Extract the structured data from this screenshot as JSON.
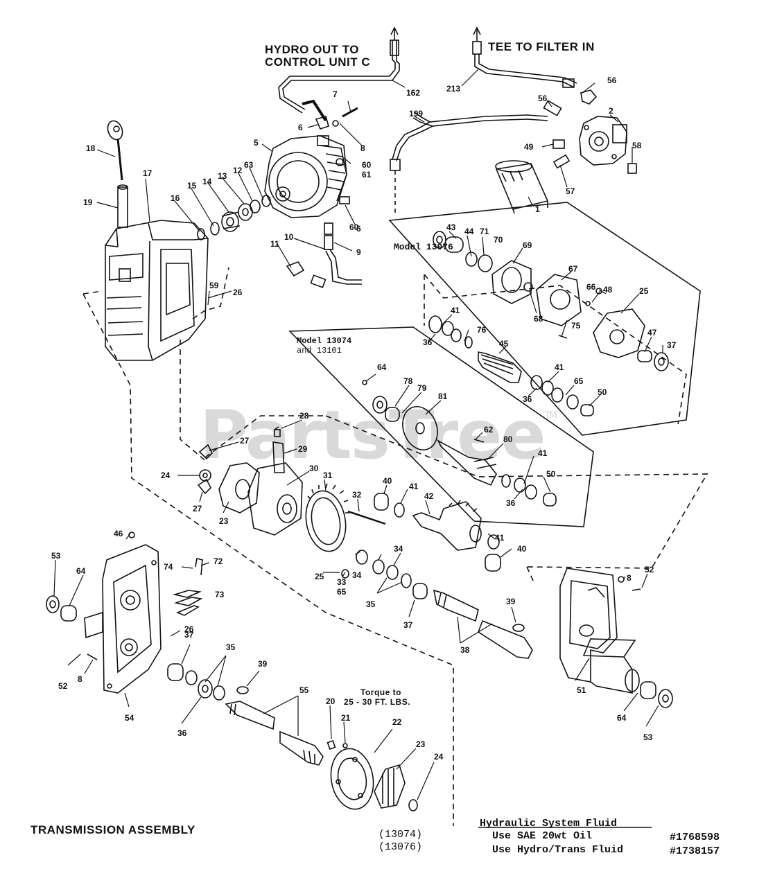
{
  "headings": {
    "hydro_line1": "HYDRO OUT TO",
    "hydro_line2": "CONTROL UNIT C",
    "tee": "TEE TO FILTER IN",
    "title": "TRANSMISSION ASSEMBLY"
  },
  "model_labels": {
    "model_13076": "Model 13076",
    "model_13074_line1": "Model 13074",
    "model_13074_line2": "and 13101"
  },
  "torque_note": {
    "line1": "Torque to",
    "line2": "25 - 30 FT. LBS."
  },
  "fluid_note": {
    "title": "Hydraulic System Fluid",
    "line1": "Use SAE 20wt Oil",
    "line2": "Use Hydro/Trans Fluid",
    "part1": "#1768598",
    "part2": "#1738157"
  },
  "model_codes": {
    "code1": "(13074)",
    "code2": "(13076)"
  },
  "watermark": {
    "text": "PartsTree",
    "tm": "TM"
  },
  "callouts": [
    {
      "id": "c162",
      "label": "162"
    },
    {
      "id": "c213",
      "label": "213"
    },
    {
      "id": "c56a",
      "label": "56"
    },
    {
      "id": "c56b",
      "label": "56"
    },
    {
      "id": "c2",
      "label": "2"
    },
    {
      "id": "c7",
      "label": "7"
    },
    {
      "id": "c6a",
      "label": "6"
    },
    {
      "id": "c8a",
      "label": "8"
    },
    {
      "id": "c199",
      "label": "199"
    },
    {
      "id": "c49a",
      "label": "49"
    },
    {
      "id": "c58",
      "label": "58"
    },
    {
      "id": "c57",
      "label": "57"
    },
    {
      "id": "c1",
      "label": "1"
    },
    {
      "id": "c18",
      "label": "18"
    },
    {
      "id": "c17",
      "label": "17"
    },
    {
      "id": "c5",
      "label": "5"
    },
    {
      "id": "c60a",
      "label": "60"
    },
    {
      "id": "c61",
      "label": "61"
    },
    {
      "id": "c19",
      "label": "19"
    },
    {
      "id": "c16",
      "label": "16"
    },
    {
      "id": "c15",
      "label": "15"
    },
    {
      "id": "c14",
      "label": "14"
    },
    {
      "id": "c13",
      "label": "13"
    },
    {
      "id": "c12",
      "label": "12"
    },
    {
      "id": "c63",
      "label": "63"
    },
    {
      "id": "c60b",
      "label": "60"
    },
    {
      "id": "c6b",
      "label": "6"
    },
    {
      "id": "c9",
      "label": "9"
    },
    {
      "id": "c10",
      "label": "10"
    },
    {
      "id": "c11",
      "label": "11"
    },
    {
      "id": "c59",
      "label": "59"
    },
    {
      "id": "c26a",
      "label": "26"
    },
    {
      "id": "c43",
      "label": "43"
    },
    {
      "id": "c44",
      "label": "44"
    },
    {
      "id": "c71",
      "label": "71"
    },
    {
      "id": "c70",
      "label": "70"
    },
    {
      "id": "c69",
      "label": "69"
    },
    {
      "id": "c67",
      "label": "67"
    },
    {
      "id": "c66",
      "label": "66"
    },
    {
      "id": "c48",
      "label": "48"
    },
    {
      "id": "c68",
      "label": "68"
    },
    {
      "id": "c25a",
      "label": "25"
    },
    {
      "id": "c41a",
      "label": "41"
    },
    {
      "id": "c36a",
      "label": "36"
    },
    {
      "id": "c76",
      "label": "76"
    },
    {
      "id": "c75",
      "label": "75"
    },
    {
      "id": "c47",
      "label": "47"
    },
    {
      "id": "c37a",
      "label": "37"
    },
    {
      "id": "c45",
      "label": "45"
    },
    {
      "id": "c41b",
      "label": "41"
    },
    {
      "id": "c65a",
      "label": "65"
    },
    {
      "id": "c36b",
      "label": "36"
    },
    {
      "id": "c50a",
      "label": "50"
    },
    {
      "id": "c64a",
      "label": "64"
    },
    {
      "id": "c78",
      "label": "78"
    },
    {
      "id": "c79",
      "label": "79"
    },
    {
      "id": "c81",
      "label": "81"
    },
    {
      "id": "c28",
      "label": "28"
    },
    {
      "id": "c27a",
      "label": "27"
    },
    {
      "id": "c29",
      "label": "29"
    },
    {
      "id": "c62",
      "label": "62"
    },
    {
      "id": "c80",
      "label": "80"
    },
    {
      "id": "c41c",
      "label": "41"
    },
    {
      "id": "c24a",
      "label": "24"
    },
    {
      "id": "c30",
      "label": "30"
    },
    {
      "id": "c50b",
      "label": "50"
    },
    {
      "id": "c36c",
      "label": "36"
    },
    {
      "id": "c27b",
      "label": "27"
    },
    {
      "id": "c23a",
      "label": "23"
    },
    {
      "id": "c31",
      "label": "31"
    },
    {
      "id": "c32",
      "label": "32"
    },
    {
      "id": "c40a",
      "label": "40"
    },
    {
      "id": "c41d",
      "label": "41"
    },
    {
      "id": "c42",
      "label": "42"
    },
    {
      "id": "c41e",
      "label": "41"
    },
    {
      "id": "c40b",
      "label": "40"
    },
    {
      "id": "c46",
      "label": "46"
    },
    {
      "id": "c8b",
      "label": "8"
    },
    {
      "id": "c52a",
      "label": "52"
    },
    {
      "id": "c53a",
      "label": "53"
    },
    {
      "id": "c64b",
      "label": "64"
    },
    {
      "id": "c74",
      "label": "74"
    },
    {
      "id": "c72",
      "label": "72"
    },
    {
      "id": "c25b",
      "label": "25"
    },
    {
      "id": "c33",
      "label": "33"
    },
    {
      "id": "c65b",
      "label": "65"
    },
    {
      "id": "c34a",
      "label": "34"
    },
    {
      "id": "c34b",
      "label": "34"
    },
    {
      "id": "c73",
      "label": "73"
    },
    {
      "id": "c35a",
      "label": "35"
    },
    {
      "id": "c37b",
      "label": "37"
    },
    {
      "id": "c39a",
      "label": "39"
    },
    {
      "id": "c38",
      "label": "38"
    },
    {
      "id": "c26b",
      "label": "26"
    },
    {
      "id": "c37c",
      "label": "37"
    },
    {
      "id": "c35b",
      "label": "35"
    },
    {
      "id": "c52b",
      "label": "52"
    },
    {
      "id": "c8c",
      "label": "8"
    },
    {
      "id": "c54",
      "label": "54"
    },
    {
      "id": "c36d",
      "label": "36"
    },
    {
      "id": "c39b",
      "label": "39"
    },
    {
      "id": "c55",
      "label": "55"
    },
    {
      "id": "c20",
      "label": "20"
    },
    {
      "id": "c21",
      "label": "21"
    },
    {
      "id": "c22",
      "label": "22"
    },
    {
      "id": "c23b",
      "label": "23"
    },
    {
      "id": "c24b",
      "label": "24"
    },
    {
      "id": "c51",
      "label": "51"
    },
    {
      "id": "c64c",
      "label": "64"
    },
    {
      "id": "c53b",
      "label": "53"
    }
  ]
}
